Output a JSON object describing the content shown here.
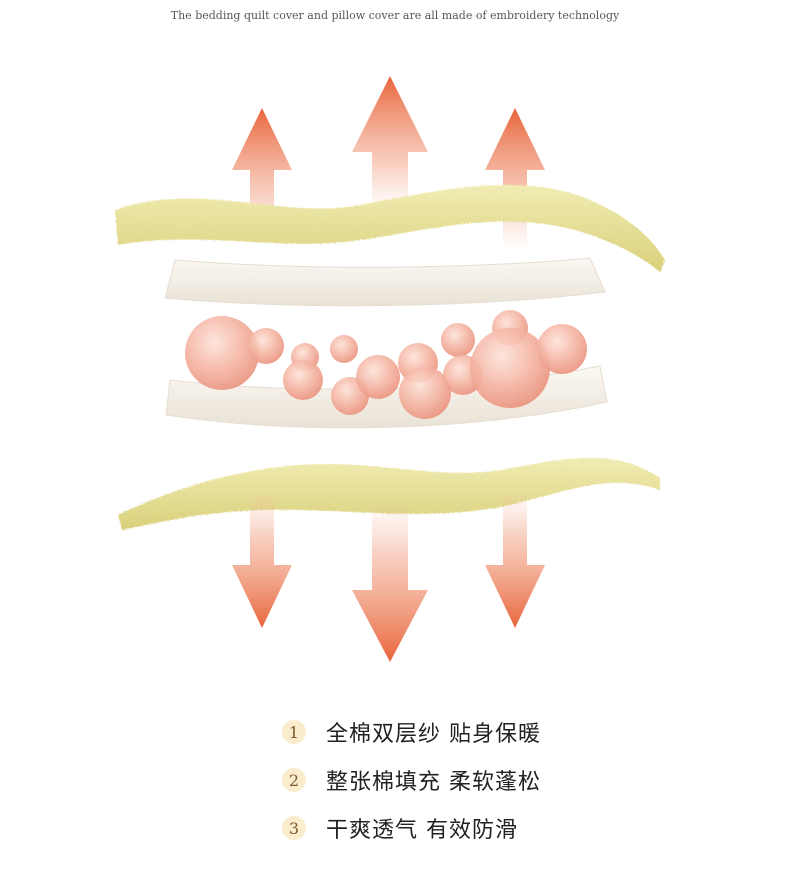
{
  "caption": "The bedding quilt cover and pillow cover are all made of embroidery technology",
  "illustration": {
    "colors": {
      "arrow": "#e8643a",
      "felt_yellow": "#e9e39a",
      "sheet_white": "#f6f2ec",
      "bead_pink": "#f4aa98"
    },
    "icons": [
      "up-arrow-icon",
      "down-arrow-icon",
      "bead-icon"
    ]
  },
  "features": [
    {
      "number": "1",
      "text": "全棉双层纱 贴身保暖"
    },
    {
      "number": "2",
      "text": "整张棉填充 柔软蓬松"
    },
    {
      "number": "3",
      "text": "干爽透气 有效防滑"
    }
  ]
}
